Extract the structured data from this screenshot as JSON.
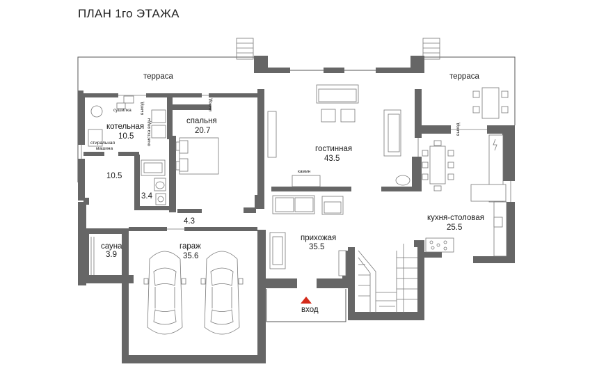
{
  "title": "ПЛАН 1го ЭТАЖА",
  "rooms": {
    "terrace_left": "терраса",
    "terrace_right": "терраса",
    "boiler": "котельная",
    "boiler_area": "10.5",
    "bedroom": "спальня",
    "bedroom_area": "20.7",
    "hall_area": "10.5",
    "bath_area": "3.4",
    "corridor_area": "4.3",
    "sauna": "сауна",
    "sauna_area": "3.9",
    "garage": "гараж",
    "garage_area": "35.6",
    "living": "гостинная",
    "living_area": "43.5",
    "fireplace": "камин",
    "entrance_hall": "прихожая",
    "entrance_hall_area": "35.5",
    "kitchen": "кухня-столовая",
    "kitchen_area": "25.5",
    "entry": "вход"
  },
  "small_labels": {
    "dryer": "сушилка",
    "exit1": "выход",
    "exit2": "выход",
    "exit3": "выход",
    "water": "очистка воды",
    "washer_line1": "стиральная",
    "washer_line2": "машина"
  },
  "colors": {
    "wall": "#666666",
    "entry_arrow": "#d42a1a"
  }
}
